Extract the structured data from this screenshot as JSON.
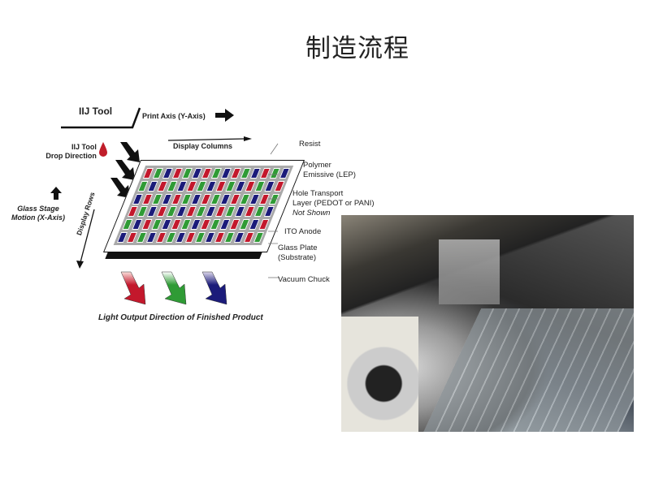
{
  "title": "制造流程",
  "diagram": {
    "tool_label": "IIJ Tool",
    "print_axis": "Print Axis (Y-Axis)",
    "drop_direction": [
      "IIJ Tool",
      "Drop Direction"
    ],
    "display_columns": "Display Columns",
    "glass_stage": [
      "Glass Stage",
      "Motion (X-Axis)"
    ],
    "display_rows": "Display Rows",
    "layers": {
      "resist": "Resist",
      "polymer": [
        "Polymer",
        "Emissive (LEP)"
      ],
      "hole_transport": [
        "Hole Transport",
        "Layer (PEDOT or PANI)",
        "Not Shown"
      ],
      "ito": "ITO Anode",
      "glass": [
        "Glass Plate",
        "(Substrate)"
      ],
      "chuck": "Vacuum Chuck"
    },
    "light_output": "Light Output Direction of Finished Product",
    "subpixel_colors": {
      "red": "#c3182c",
      "green": "#2f9b35",
      "blue": "#1b1b7a"
    },
    "rows": 6,
    "columns": 15
  }
}
